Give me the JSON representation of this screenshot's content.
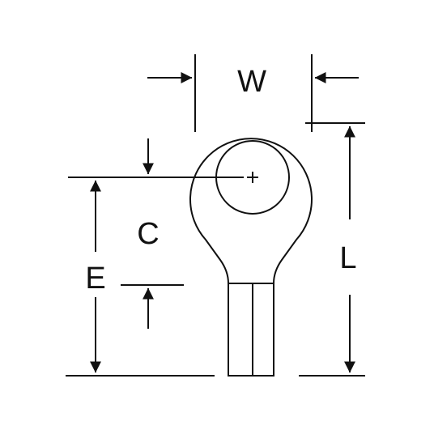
{
  "labels": {
    "width": "W",
    "length": "L",
    "center": "C",
    "edge": "E"
  },
  "colors": {
    "line": "#111111",
    "background": "#ffffff"
  }
}
